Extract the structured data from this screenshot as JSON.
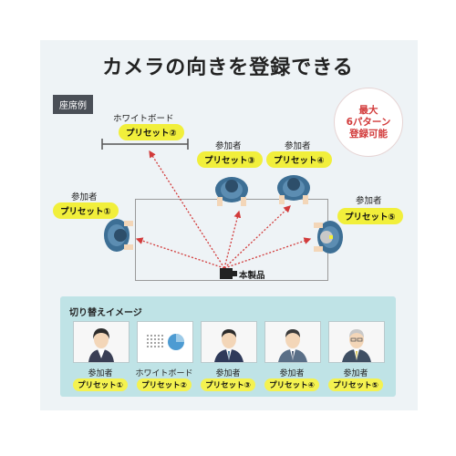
{
  "title": "カメラの向きを登録できる",
  "seat_example_tag": "座席例",
  "record_note": {
    "line1": "最大",
    "line2": "6パターン",
    "line3": "登録可能"
  },
  "whiteboard": {
    "label": "ホワイトボード",
    "preset": "プリセット②"
  },
  "participants": [
    {
      "label": "参加者",
      "preset": "プリセット①"
    },
    {
      "label": "参加者",
      "preset": "プリセット③"
    },
    {
      "label": "参加者",
      "preset": "プリセット④"
    },
    {
      "label": "参加者",
      "preset": "プリセット⑤"
    }
  ],
  "product_label": "本製品",
  "switch_image": {
    "title": "切り替えイメージ",
    "items": [
      {
        "label": "参加者",
        "preset": "プリセット①",
        "icon": "person-female-icon"
      },
      {
        "label": "ホワイトボード",
        "preset": "プリセット②",
        "icon": "whiteboard-icon"
      },
      {
        "label": "参加者",
        "preset": "プリセット③",
        "icon": "person-male-icon"
      },
      {
        "label": "参加者",
        "preset": "プリセット④",
        "icon": "person-male-icon"
      },
      {
        "label": "参加者",
        "preset": "プリセット⑤",
        "icon": "person-senior-icon"
      }
    ]
  },
  "colors": {
    "accent_red": "#d23a3a",
    "preset_yellow": "#f1ef3b",
    "panel": "#eef3f6",
    "switch_bg": "#bfe3e6",
    "person_blue": "#3d6f95"
  }
}
